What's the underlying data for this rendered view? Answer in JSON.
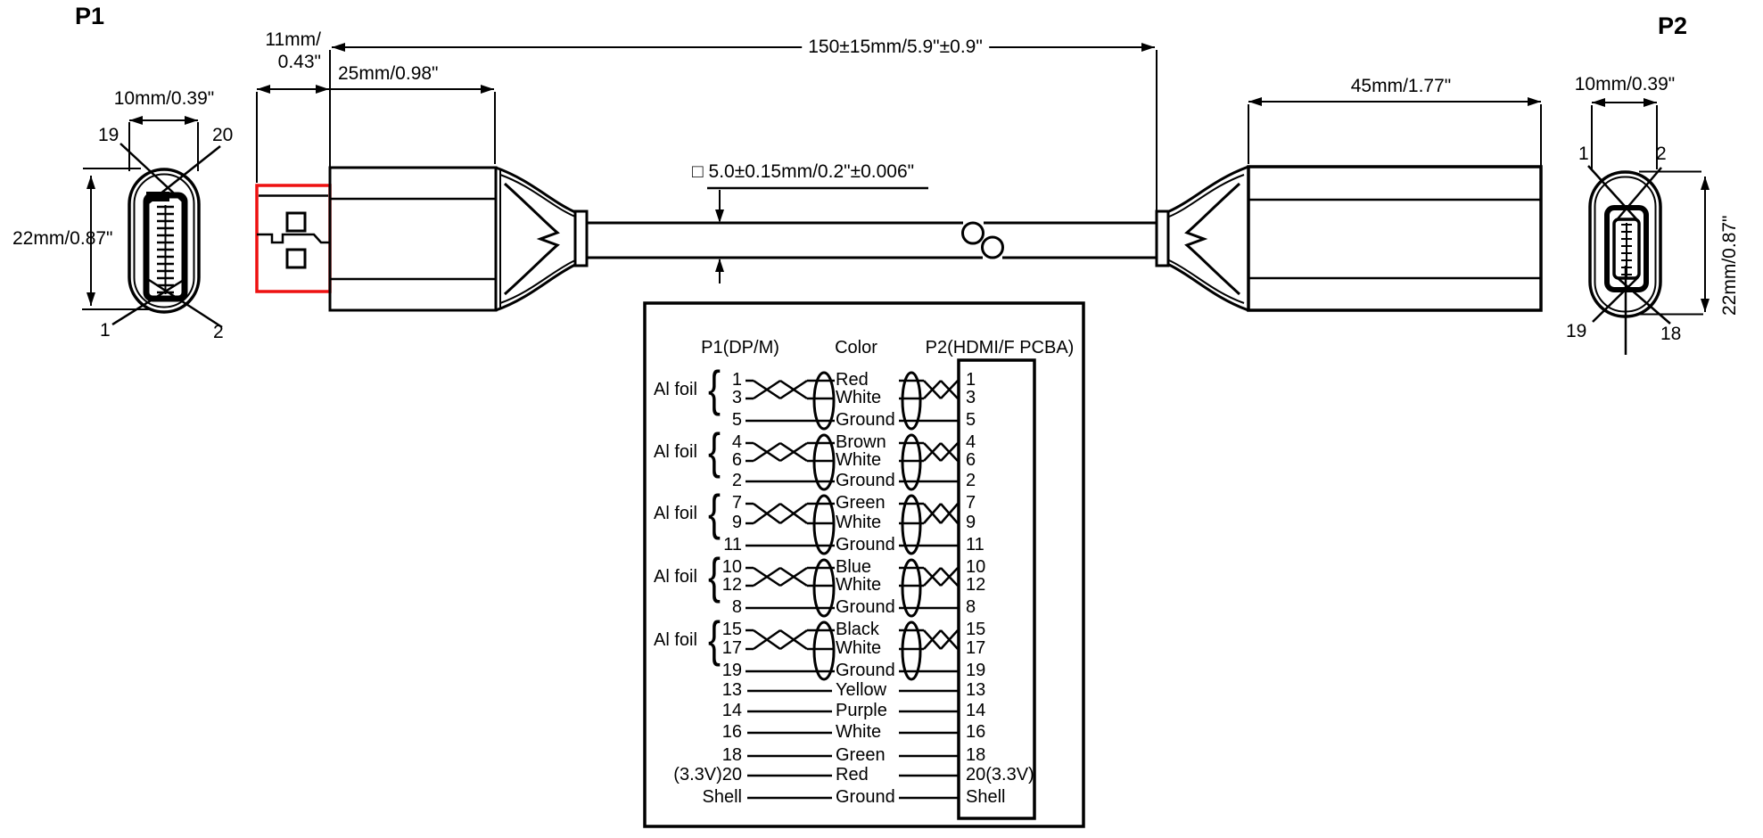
{
  "titles": {
    "p1": "P1",
    "p2": "P2"
  },
  "dimensions": {
    "p1_width": "10mm/0.39\"",
    "p1_height": "22mm/0.87\"",
    "plug_tip_line1": "11mm/",
    "plug_tip_line2": "0.43\"",
    "plug_body_length": "25mm/0.98\"",
    "overall_length": "150±15mm/5.9\"±0.9\"",
    "cable_od": "□ 5.0±0.15mm/0.2\"±0.006\"",
    "housing_length": "45mm/1.77\"",
    "p2_width": "10mm/0.39\"",
    "p2_height": "22mm/0.87\""
  },
  "p1_pins": {
    "top_left": "19",
    "top_right": "20",
    "bottom_left": "1",
    "bottom_right": "2"
  },
  "p2_pins": {
    "top_left": "1",
    "top_right": "2",
    "bottom_left": "19",
    "bottom_right": "18"
  },
  "colors": {
    "highlight": "#ee1111",
    "line": "#000000"
  },
  "wiring": {
    "headers": {
      "p1": "P1(DP/M)",
      "color": "Color",
      "p2": "P2(HDMI/F PCBA)"
    },
    "shield_label": "Al foil",
    "brace_glyph": "{",
    "groups": [
      {
        "shielded": true,
        "rows": [
          {
            "p1": "1",
            "color": "Red",
            "p2": "1"
          },
          {
            "p1": "3",
            "color": "White",
            "p2": "3"
          },
          {
            "p1": "5",
            "color": "Ground",
            "p2": "5"
          }
        ]
      },
      {
        "shielded": true,
        "rows": [
          {
            "p1": "4",
            "color": "Brown",
            "p2": "4"
          },
          {
            "p1": "6",
            "color": "White",
            "p2": "6"
          },
          {
            "p1": "2",
            "color": "Ground",
            "p2": "2"
          }
        ]
      },
      {
        "shielded": true,
        "rows": [
          {
            "p1": "7",
            "color": "Green",
            "p2": "7"
          },
          {
            "p1": "9",
            "color": "White",
            "p2": "9"
          },
          {
            "p1": "11",
            "color": "Ground",
            "p2": "11"
          }
        ]
      },
      {
        "shielded": true,
        "rows": [
          {
            "p1": "10",
            "color": "Blue",
            "p2": "10"
          },
          {
            "p1": "12",
            "color": "White",
            "p2": "12"
          },
          {
            "p1": "8",
            "color": "Ground",
            "p2": "8"
          }
        ]
      },
      {
        "shielded": true,
        "rows": [
          {
            "p1": "15",
            "color": "Black",
            "p2": "15"
          },
          {
            "p1": "17",
            "color": "White",
            "p2": "17"
          },
          {
            "p1": "19",
            "color": "Ground",
            "p2": "19"
          }
        ]
      }
    ],
    "singles": [
      {
        "p1": "13",
        "color": "Yellow",
        "p2": "13"
      },
      {
        "p1": "14",
        "color": "Purple",
        "p2": "14"
      },
      {
        "p1": "16",
        "color": "White",
        "p2": "16"
      },
      {
        "p1": "18",
        "color": "Green",
        "p2": "18"
      },
      {
        "p1": "(3.3V)20",
        "color": "Red",
        "p2": "20(3.3V)"
      },
      {
        "p1": "Shell",
        "color": "Ground",
        "p2": "Shell"
      }
    ]
  }
}
